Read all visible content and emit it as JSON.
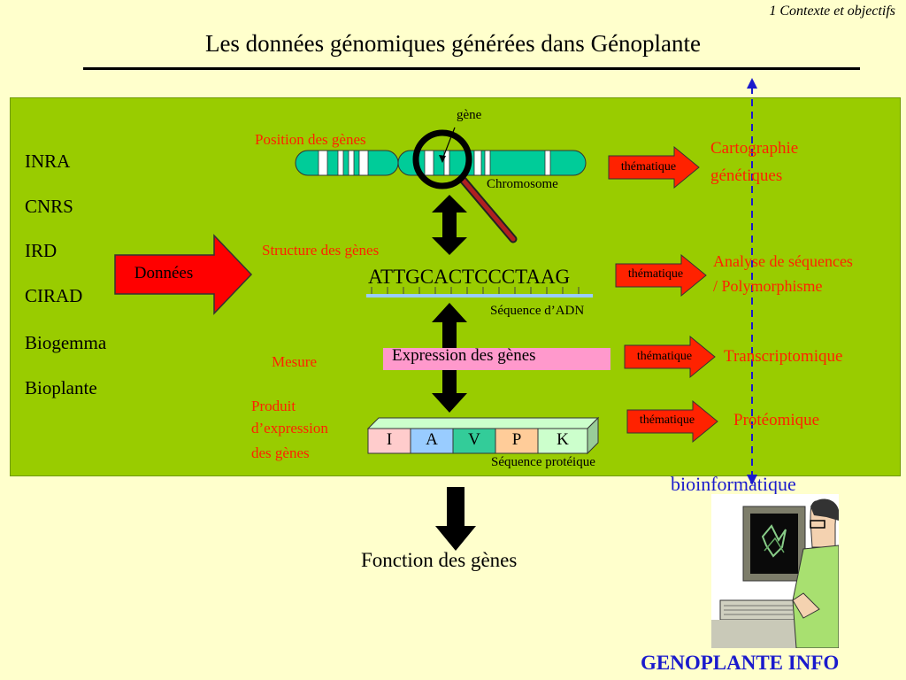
{
  "header": {
    "section": "1 Contexte et objectifs",
    "title": "Les données génomiques générées dans Génoplante"
  },
  "organisations": [
    "INRA",
    "CNRS",
    "IRD",
    "CIRAD",
    "Biogemma",
    "Bioplante"
  ],
  "donnees_label": "Données",
  "labels": {
    "gene": "gène",
    "position": "Position des gènes",
    "chromosome": "Chromosome",
    "structure": "Structure des gènes",
    "dna_sequence": "ATTGCACTCCCTAAG",
    "dna_caption": "Séquence d’ADN",
    "mesure": "Mesure",
    "expression": "Expression des gènes",
    "produit_1": "Produit",
    "produit_2": "d’expression",
    "produit_3": "des gènes",
    "protein_caption": "Séquence protéique",
    "fonction": "Fonction des gènes"
  },
  "amino_acids": [
    {
      "letter": "I",
      "color": "#ffcccc"
    },
    {
      "letter": "A",
      "color": "#99ccff"
    },
    {
      "letter": "V",
      "color": "#33cc99"
    },
    {
      "letter": "P",
      "color": "#ffcc99"
    },
    {
      "letter": "K",
      "color": "#ccffcc"
    }
  ],
  "thematique_label": "thématique",
  "outcomes": {
    "cartographie_1": "Cartographie",
    "cartographie_2": "génétiques",
    "analyse_1": "Analyse de séquences",
    "analyse_2": "/ Polymorphisme",
    "transcriptomique": "Transcriptomique",
    "proteomique": "Protéomique"
  },
  "bioinformatique": "bioinformatique",
  "footer": "GENOPLANTE INFO",
  "colors": {
    "background": "#ffffcc",
    "panel": "#99cc00",
    "accent_red": "#ff2200",
    "accent_blue": "#1a1acc",
    "chromosome": "#00cc99",
    "expression_box": "#ff99cc"
  }
}
